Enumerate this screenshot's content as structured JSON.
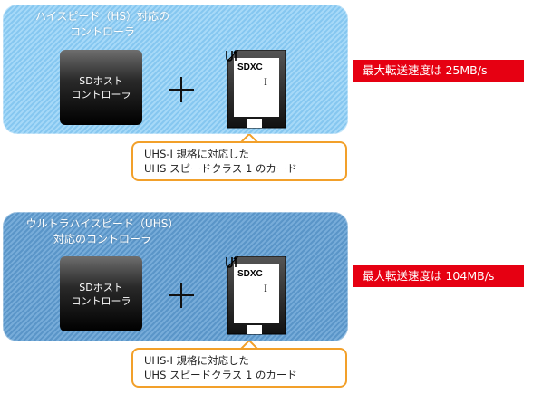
{
  "panels": [
    {
      "title_lines": [
        "ハイスピード（HS）対応の",
        "コントローラ"
      ],
      "controller_lines": [
        "SDホスト",
        "コントローラ"
      ],
      "card": {
        "label": "SDXC",
        "roman": "I",
        "speed_class": "U1"
      },
      "callout_lines": [
        "UHS-I 規格に対応した",
        "UHS スピードクラス 1 のカード"
      ],
      "speed_label": "最大転送速度は 25MB/s"
    },
    {
      "title_lines": [
        "ウルトラハイスピード（UHS）",
        "対応のコントローラ"
      ],
      "controller_lines": [
        "SDホスト",
        "コントローラ"
      ],
      "card": {
        "label": "SDXC",
        "roman": "I",
        "speed_class": "U1"
      },
      "callout_lines": [
        "UHS-I 規格に対応した",
        "UHS スピードクラス 1 のカード"
      ],
      "speed_label": "最大転送速度は 104MB/s"
    }
  ],
  "colors": {
    "hs_panel": "#a6d9f8",
    "uhs_panel": "#77acd9",
    "callout_border": "#f2a02a",
    "speed_badge": "#e60012"
  },
  "icons": [
    "sd-card-icon",
    "uhs-speed-class-1-icon",
    "plus-icon"
  ]
}
